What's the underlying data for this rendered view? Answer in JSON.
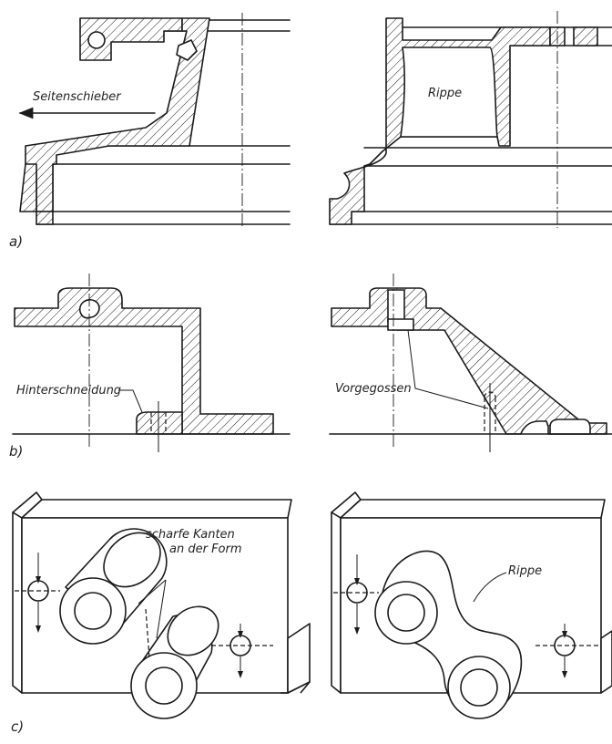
{
  "labels": {
    "side_slider": "Seitenschieber",
    "rib_a": "Rippe",
    "undercut": "Hinterschneidung",
    "precast": "Vorgegossen",
    "sharp_edges_line1": "scharfe Kanten",
    "sharp_edges_line2": "an der Form",
    "rib_c": "Rippe"
  },
  "panels": {
    "a": "a)",
    "b": "b)",
    "c": "c)"
  }
}
